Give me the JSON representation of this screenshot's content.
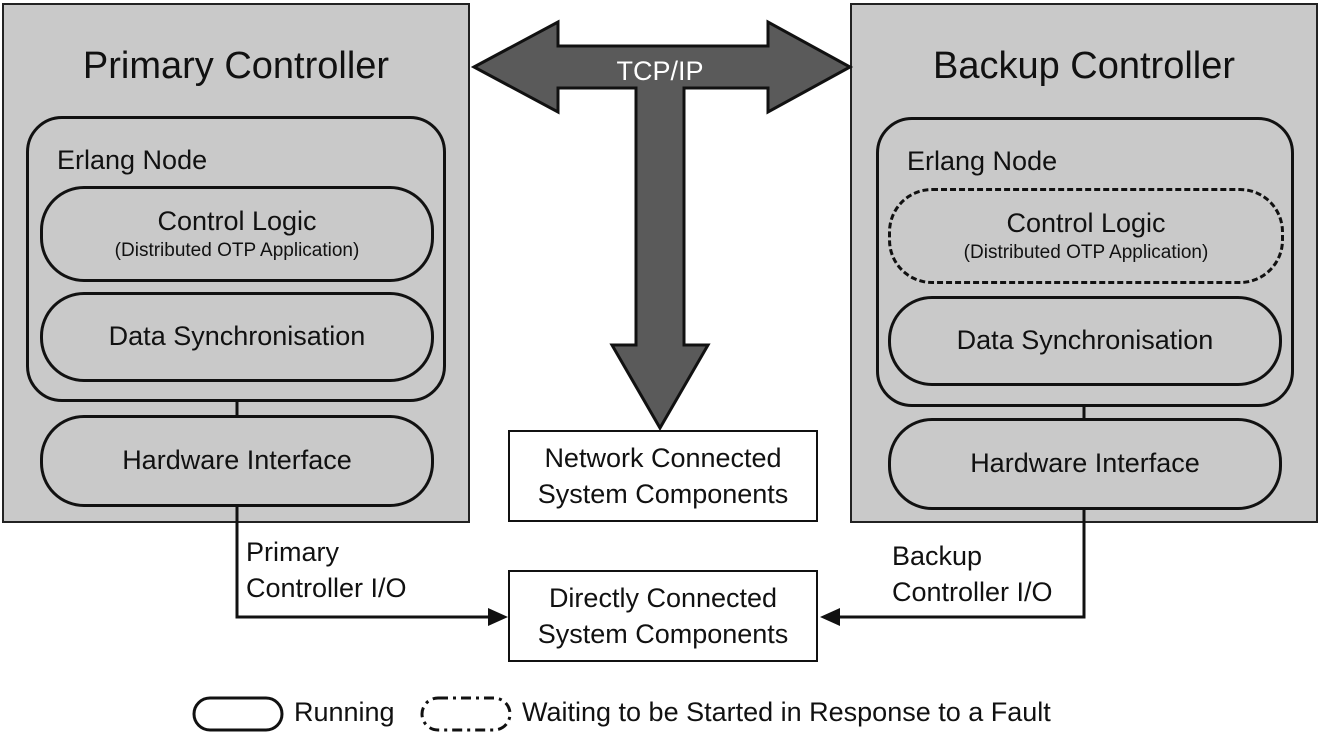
{
  "primary": {
    "title": "Primary Controller",
    "node_label": "Erlang Node",
    "control_logic": "Control Logic",
    "control_logic_sub": "(Distributed OTP Application)",
    "data_sync": "Data Synchronisation",
    "hardware": "Hardware Interface",
    "io_line1": "Primary",
    "io_line2": "Controller I/O"
  },
  "backup": {
    "title": "Backup Controller",
    "node_label": "Erlang Node",
    "control_logic": "Control Logic",
    "control_logic_sub": "(Distributed OTP Application)",
    "data_sync": "Data Synchronisation",
    "hardware": "Hardware Interface",
    "io_line1": "Backup",
    "io_line2": "Controller I/O"
  },
  "network": {
    "arrow_label": "TCP/IP",
    "line1": "Network Connected",
    "line2": "System Components"
  },
  "direct": {
    "line1": "Directly Connected",
    "line2": "System Components"
  },
  "legend": {
    "running": "Running",
    "waiting": "Waiting to be Started in Response to a Fault"
  }
}
